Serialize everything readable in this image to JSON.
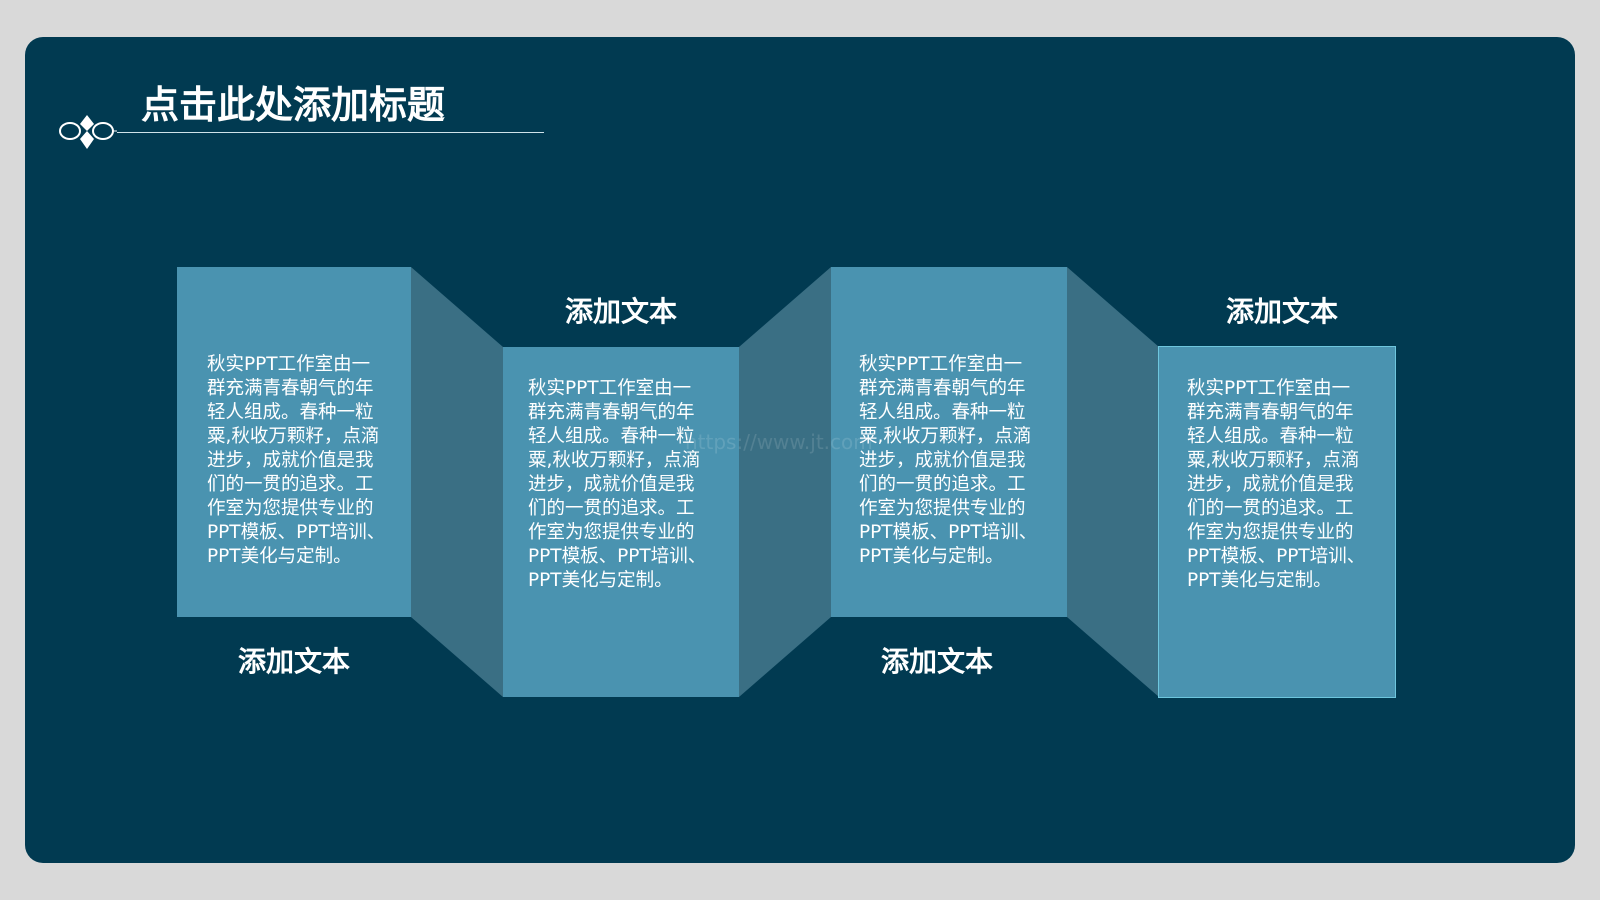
{
  "slide": {
    "title": "点击此处添加标题",
    "watermark": "https://www.jt.com"
  },
  "panels": [
    {
      "label": "添加文本",
      "text": "秋实PPT工作室由一\n群充满青春朝气的年\n轻人组成。春种一粒\n粟,秋收万颗籽，点滴\n进步，成就价值是我\n们的一贯的追求。工\n作室为您提供专业的\nPPT模板、PPT培训、\nPPT美化与定制。"
    },
    {
      "label": "添加文本",
      "text": "秋实PPT工作室由一\n群充满青春朝气的年\n轻人组成。春种一粒\n粟,秋收万颗籽，点滴\n进步，成就价值是我\n们的一贯的追求。工\n作室为您提供专业的\nPPT模板、PPT培训、\nPPT美化与定制。"
    },
    {
      "label": "添加文本",
      "text": "秋实PPT工作室由一\n群充满青春朝气的年\n轻人组成。春种一粒\n粟,秋收万颗籽，点滴\n进步，成就价值是我\n们的一贯的追求。工\n作室为您提供专业的\nPPT模板、PPT培训、\nPPT美化与定制。"
    },
    {
      "label": "添加文本",
      "text": "秋实PPT工作室由一\n群充满青春朝气的年\n轻人组成。春种一粒\n粟,秋收万颗籽，点滴\n进步，成就价值是我\n们的一贯的追求。工\n作室为您提供专业的\nPPT模板、PPT培训、\nPPT美化与定制。"
    }
  ],
  "colors": {
    "background": "#013a51",
    "panel": "#4a93b0",
    "fold": "#3a6f84",
    "frame": "#d9d9d9"
  }
}
